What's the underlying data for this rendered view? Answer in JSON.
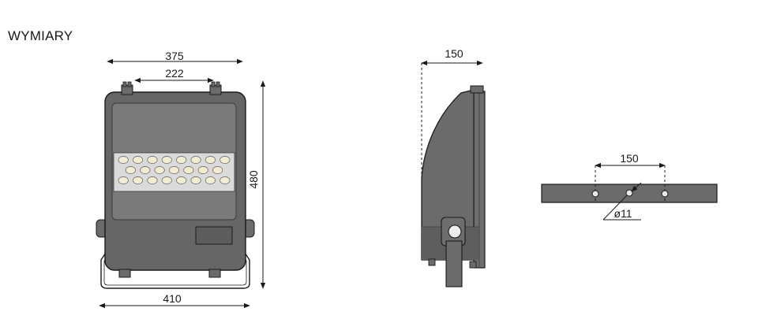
{
  "title": "WYMIARY",
  "front_view": {
    "dim_top_width": "375",
    "dim_bracket_width": "222",
    "dim_height": "480",
    "dim_bottom_width": "410",
    "led_rows": [
      8,
      7,
      8
    ]
  },
  "side_view": {
    "dim_depth": "150"
  },
  "bracket_view": {
    "dim_hole_spacing": "150",
    "dim_hole_diameter": "ø11"
  },
  "colors": {
    "body": "#6b6b6b",
    "body_dark": "#575757",
    "panel": "#7a7a7a",
    "led_board": "#d9d9d9",
    "led": "#f2ecd2",
    "line": "#1a1a1a"
  }
}
